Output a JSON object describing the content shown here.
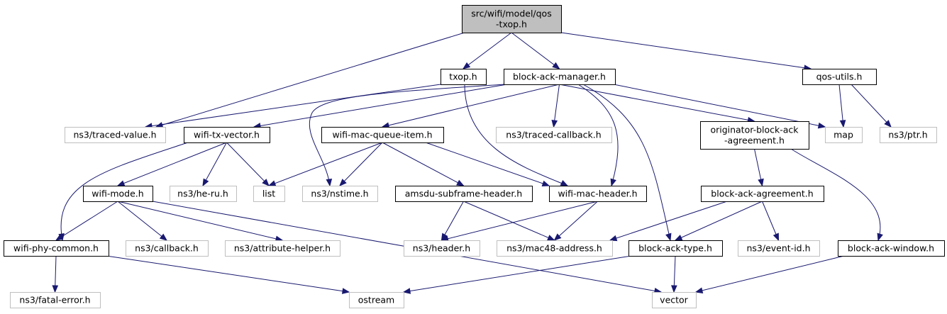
{
  "nodes": {
    "root": {
      "lines": [
        "src/wifi/model/qos",
        "-txop.h"
      ],
      "kind": "root"
    },
    "txop": {
      "lines": [
        "txop.h"
      ],
      "kind": "local"
    },
    "block_ack_manager": {
      "lines": [
        "block-ack-manager.h"
      ],
      "kind": "local"
    },
    "qos_utils": {
      "lines": [
        "qos-utils.h"
      ],
      "kind": "local"
    },
    "traced_value": {
      "lines": [
        "ns3/traced-value.h"
      ],
      "kind": "system"
    },
    "wifi_tx_vector": {
      "lines": [
        "wifi-tx-vector.h"
      ],
      "kind": "local"
    },
    "wifi_mac_queue_item": {
      "lines": [
        "wifi-mac-queue-item.h"
      ],
      "kind": "local"
    },
    "traced_callback": {
      "lines": [
        "ns3/traced-callback.h"
      ],
      "kind": "system"
    },
    "originator": {
      "lines": [
        "originator-block-ack",
        "-agreement.h"
      ],
      "kind": "local"
    },
    "map": {
      "lines": [
        "map"
      ],
      "kind": "system"
    },
    "ptr": {
      "lines": [
        "ns3/ptr.h"
      ],
      "kind": "system"
    },
    "wifi_mode": {
      "lines": [
        "wifi-mode.h"
      ],
      "kind": "local"
    },
    "he_ru": {
      "lines": [
        "ns3/he-ru.h"
      ],
      "kind": "system"
    },
    "list": {
      "lines": [
        "list"
      ],
      "kind": "system"
    },
    "nstime": {
      "lines": [
        "ns3/nstime.h"
      ],
      "kind": "system"
    },
    "amsdu": {
      "lines": [
        "amsdu-subframe-header.h"
      ],
      "kind": "local"
    },
    "wifi_mac_header": {
      "lines": [
        "wifi-mac-header.h"
      ],
      "kind": "local"
    },
    "block_ack_agreement": {
      "lines": [
        "block-ack-agreement.h"
      ],
      "kind": "local"
    },
    "wifi_phy_common": {
      "lines": [
        "wifi-phy-common.h"
      ],
      "kind": "local"
    },
    "callback": {
      "lines": [
        "ns3/callback.h"
      ],
      "kind": "system"
    },
    "attribute_helper": {
      "lines": [
        "ns3/attribute-helper.h"
      ],
      "kind": "system"
    },
    "header": {
      "lines": [
        "ns3/header.h"
      ],
      "kind": "system"
    },
    "mac48": {
      "lines": [
        "ns3/mac48-address.h"
      ],
      "kind": "system"
    },
    "block_ack_type": {
      "lines": [
        "block-ack-type.h"
      ],
      "kind": "local"
    },
    "event_id": {
      "lines": [
        "ns3/event-id.h"
      ],
      "kind": "system"
    },
    "block_ack_window": {
      "lines": [
        "block-ack-window.h"
      ],
      "kind": "local"
    },
    "fatal_error": {
      "lines": [
        "ns3/fatal-error.h"
      ],
      "kind": "system"
    },
    "ostream": {
      "lines": [
        "ostream"
      ],
      "kind": "system"
    },
    "vector": {
      "lines": [
        "vector"
      ],
      "kind": "system"
    }
  },
  "edges": [
    [
      "root",
      "txop"
    ],
    [
      "root",
      "block_ack_manager"
    ],
    [
      "root",
      "qos_utils"
    ],
    [
      "root",
      "traced_value"
    ],
    [
      "txop",
      "traced_value"
    ],
    [
      "txop",
      "wifi_mac_header"
    ],
    [
      "block_ack_manager",
      "wifi_tx_vector"
    ],
    [
      "block_ack_manager",
      "wifi_mac_queue_item"
    ],
    [
      "block_ack_manager",
      "traced_callback"
    ],
    [
      "block_ack_manager",
      "originator"
    ],
    [
      "block_ack_manager",
      "map"
    ],
    [
      "block_ack_manager",
      "nstime"
    ],
    [
      "block_ack_manager",
      "wifi_mac_header"
    ],
    [
      "block_ack_manager",
      "block_ack_type"
    ],
    [
      "qos_utils",
      "map"
    ],
    [
      "qos_utils",
      "ptr"
    ],
    [
      "wifi_tx_vector",
      "wifi_mode"
    ],
    [
      "wifi_tx_vector",
      "he_ru"
    ],
    [
      "wifi_tx_vector",
      "list"
    ],
    [
      "wifi_tx_vector",
      "wifi_phy_common"
    ],
    [
      "wifi_mac_queue_item",
      "list"
    ],
    [
      "wifi_mac_queue_item",
      "nstime"
    ],
    [
      "wifi_mac_queue_item",
      "amsdu"
    ],
    [
      "wifi_mac_queue_item",
      "wifi_mac_header"
    ],
    [
      "originator",
      "block_ack_agreement"
    ],
    [
      "originator",
      "block_ack_window"
    ],
    [
      "wifi_mode",
      "wifi_phy_common"
    ],
    [
      "wifi_mode",
      "callback"
    ],
    [
      "wifi_mode",
      "attribute_helper"
    ],
    [
      "wifi_mode",
      "vector"
    ],
    [
      "amsdu",
      "header"
    ],
    [
      "amsdu",
      "mac48"
    ],
    [
      "wifi_mac_header",
      "header"
    ],
    [
      "wifi_mac_header",
      "mac48"
    ],
    [
      "block_ack_agreement",
      "mac48"
    ],
    [
      "block_ack_agreement",
      "block_ack_type"
    ],
    [
      "block_ack_agreement",
      "event_id"
    ],
    [
      "wifi_phy_common",
      "fatal_error"
    ],
    [
      "wifi_phy_common",
      "ostream"
    ],
    [
      "block_ack_type",
      "ostream"
    ],
    [
      "block_ack_type",
      "vector"
    ],
    [
      "block_ack_window",
      "vector"
    ]
  ]
}
